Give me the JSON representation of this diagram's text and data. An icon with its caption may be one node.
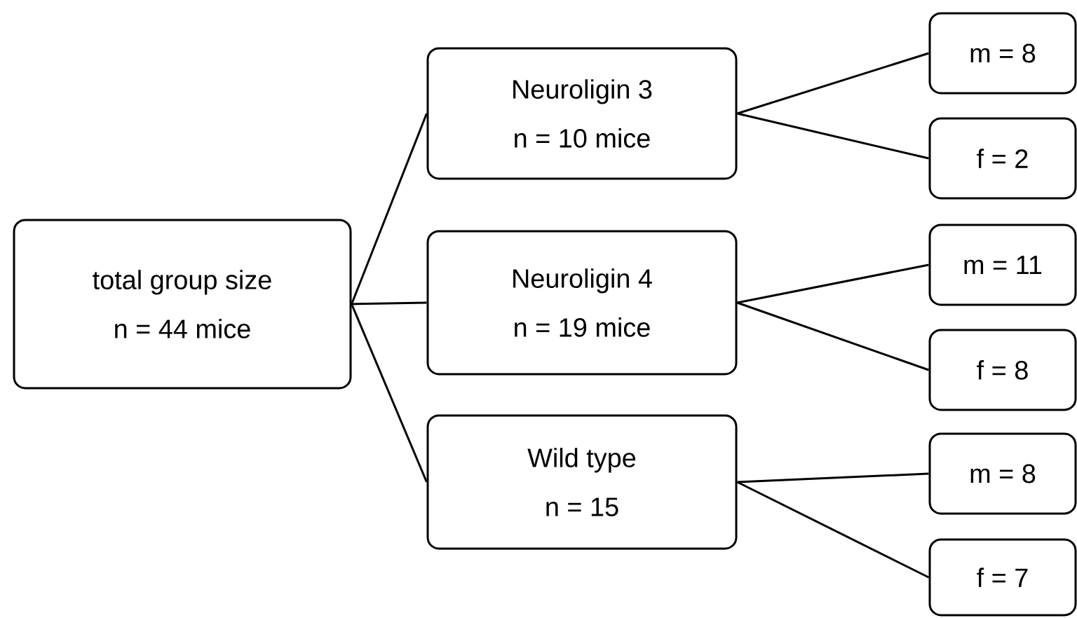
{
  "diagram": {
    "nodes": [
      {
        "text": [
          "total group size",
          "n = 44 mice"
        ]
      },
      {
        "text": [
          "Neuroligin 3",
          "n = 10 mice"
        ]
      },
      {
        "text": [
          "Neuroligin 4",
          "n = 19 mice"
        ]
      },
      {
        "text": [
          "Wild type",
          "n = 15"
        ]
      },
      {
        "text": [
          "m = 8"
        ]
      },
      {
        "text": [
          "f = 2"
        ]
      },
      {
        "text": [
          "m = 11"
        ]
      },
      {
        "text": [
          "f = 8"
        ]
      },
      {
        "text": [
          "m = 8"
        ]
      },
      {
        "text": [
          "f = 7"
        ]
      }
    ],
    "edges": [
      {
        "from": 0,
        "to": 1,
        "arrow": "none"
      },
      {
        "from": 0,
        "to": 2,
        "arrow": "none"
      },
      {
        "from": 0,
        "to": 3,
        "arrow": "none"
      },
      {
        "from": 1,
        "to": 4,
        "arrow": "none"
      },
      {
        "from": 1,
        "to": 5,
        "arrow": "none"
      },
      {
        "from": 2,
        "to": 6,
        "arrow": "none"
      },
      {
        "from": 2,
        "to": 7,
        "arrow": "none"
      },
      {
        "from": 3,
        "to": 8,
        "arrow": "none"
      },
      {
        "from": 3,
        "to": 9,
        "arrow": "none"
      }
    ]
  }
}
